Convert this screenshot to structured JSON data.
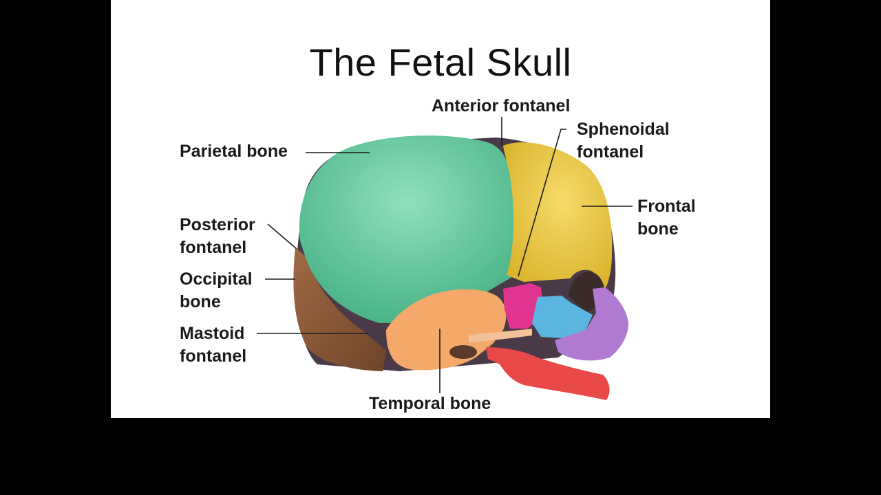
{
  "slide": {
    "title": "The Fetal Skull"
  },
  "labels": {
    "anterior_fontanel": "Anterior fontanel",
    "sphenoidal_line1": "Sphenoidal",
    "sphenoidal_line2": "fontanel",
    "parietal_bone": "Parietal bone",
    "frontal_line1": "Frontal",
    "frontal_line2": "bone",
    "posterior_line1": "Posterior",
    "posterior_line2": "fontanel",
    "occipital_line1": "Occipital",
    "occipital_line2": "bone",
    "mastoid_line1": "Mastoid",
    "mastoid_line2": "fontanel",
    "temporal_bone": "Temporal bone"
  },
  "colors": {
    "parietal": "#5fc49a",
    "frontal": "#e8c43c",
    "occipital": "#8a5a3a",
    "temporal": "#f4a86a",
    "sphenoid": "#e0358f",
    "zygomatic": "#5ab5e0",
    "maxilla": "#b07ad0",
    "mandible": "#e84848",
    "suture": "#4a3a48"
  }
}
